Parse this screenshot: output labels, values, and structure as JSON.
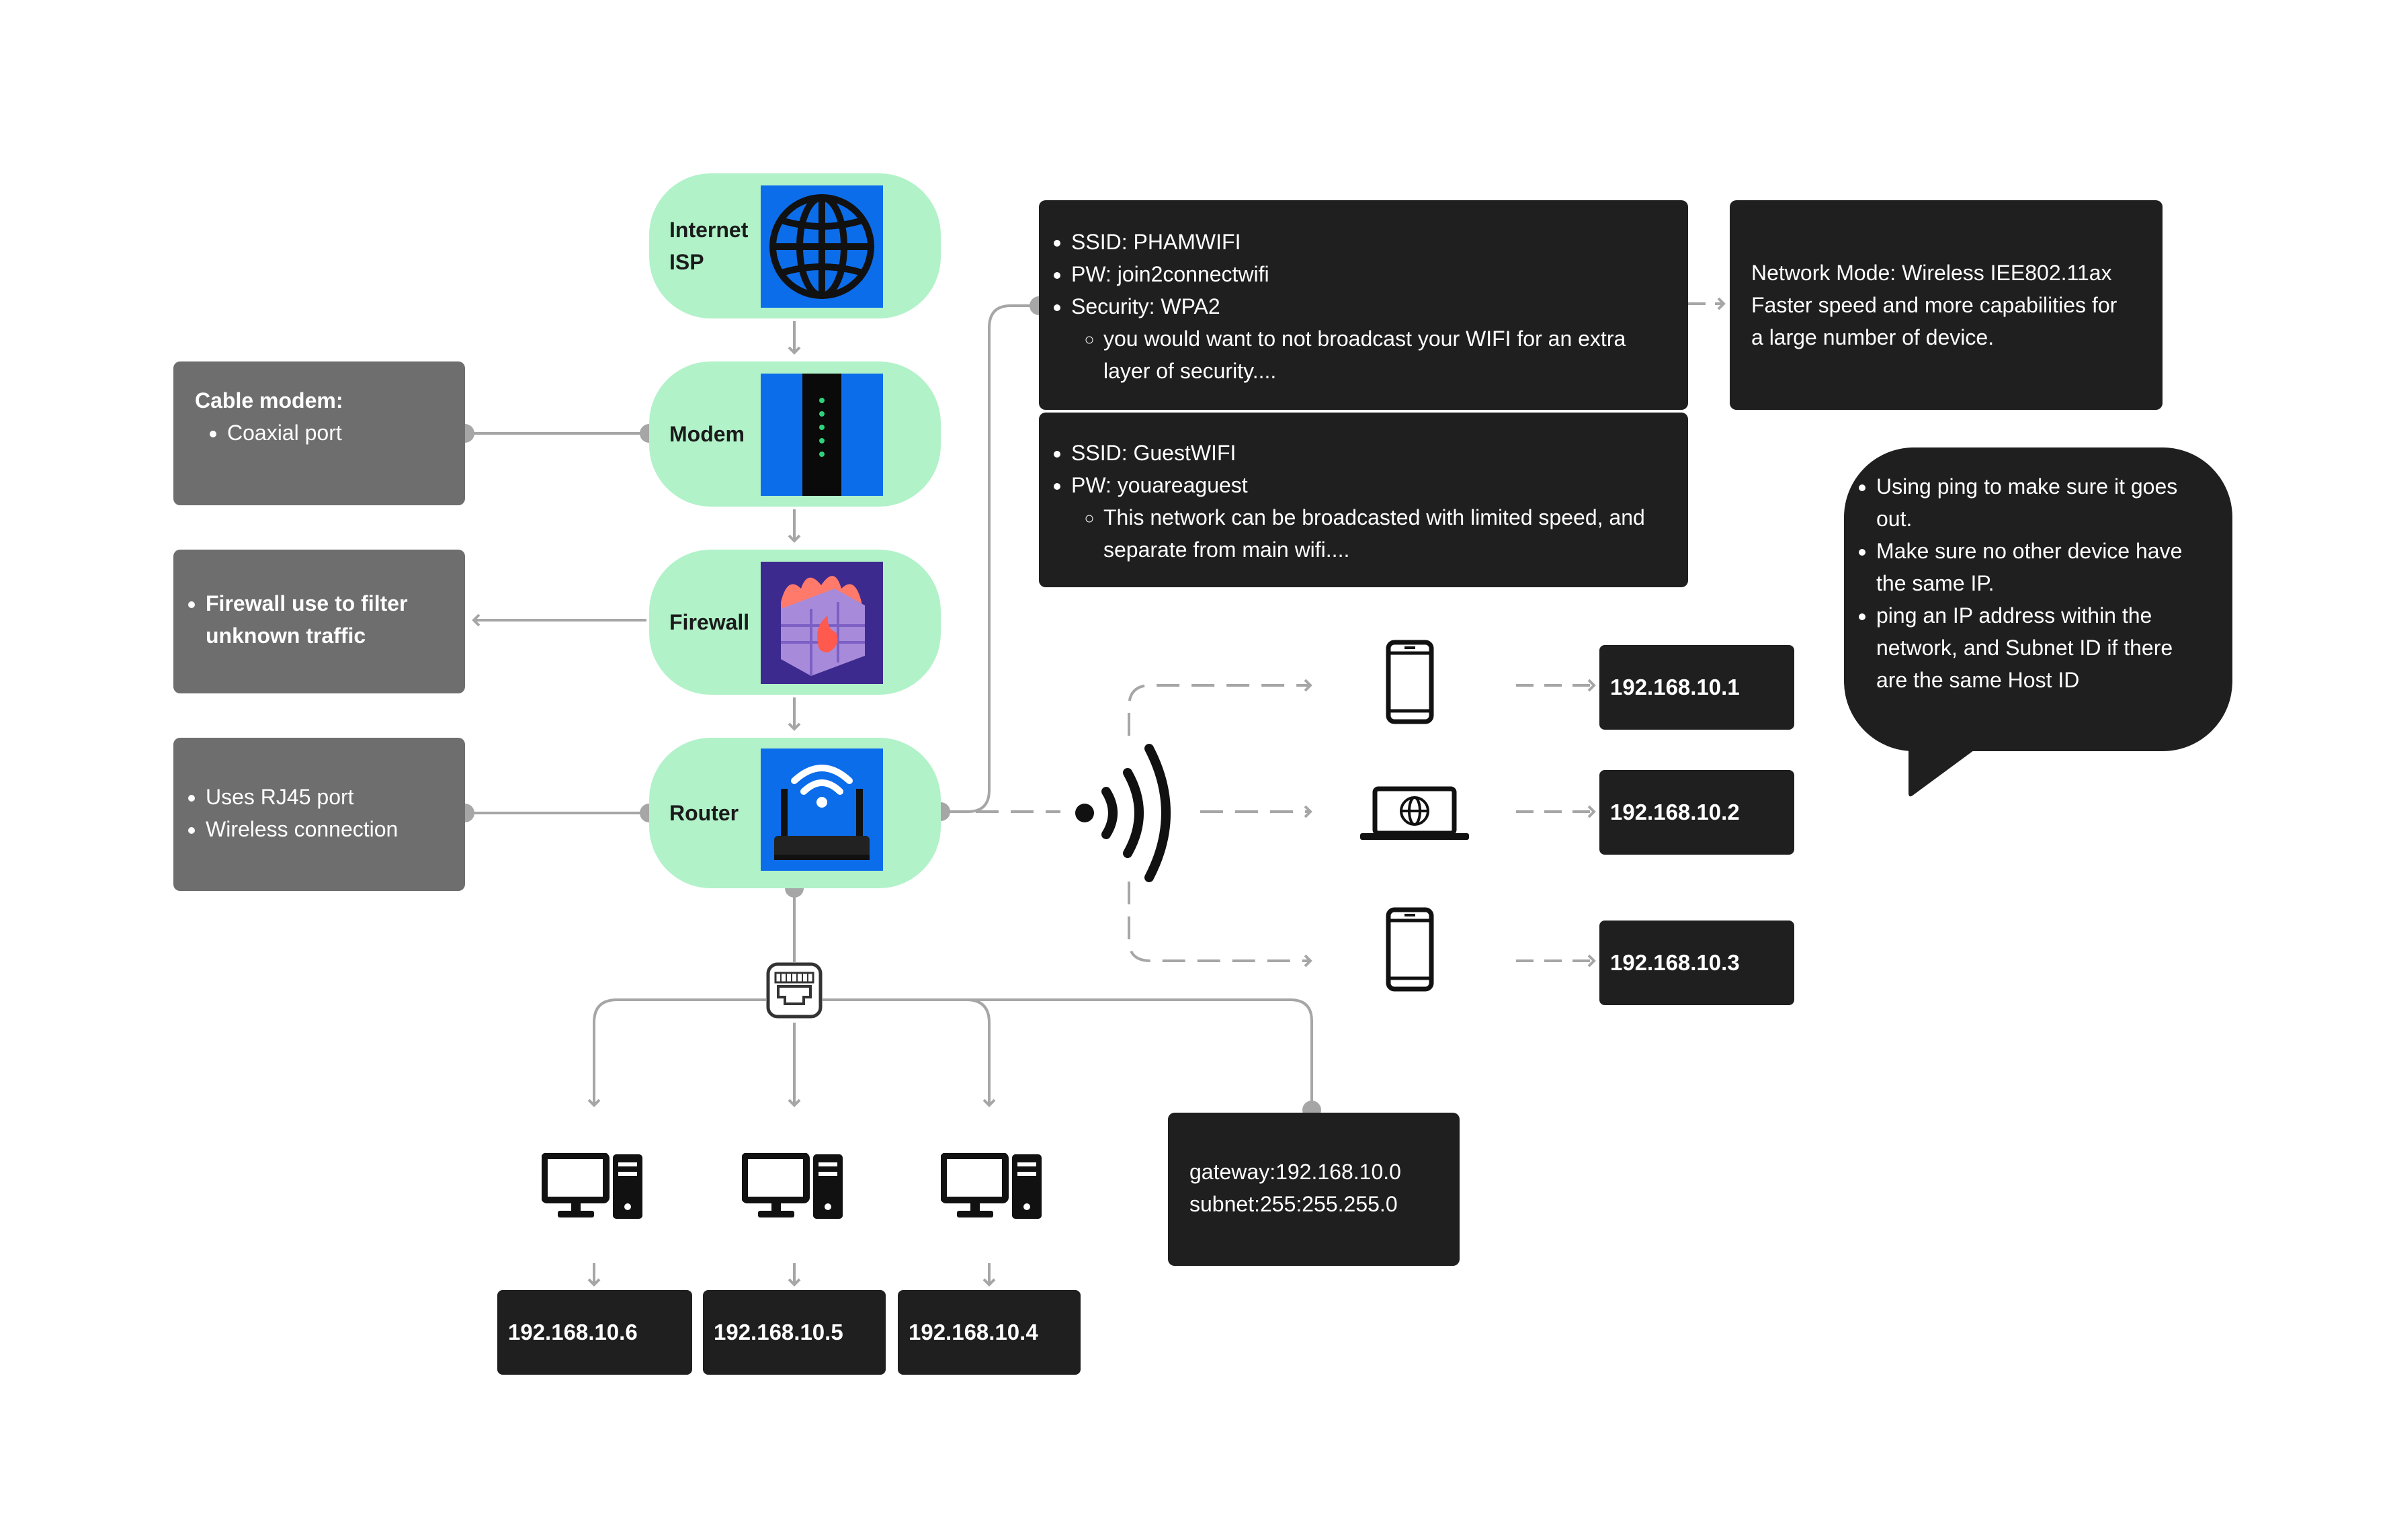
{
  "nodes": {
    "internet": {
      "label_line1": "Internet",
      "label_line2": "ISP",
      "icon": "globe-icon"
    },
    "modem": {
      "label": "Modem",
      "icon": "modem-icon"
    },
    "firewall": {
      "label": "Firewall",
      "icon": "firewall-icon"
    },
    "router": {
      "label": "Router",
      "icon": "router-icon"
    }
  },
  "side_notes": {
    "cable_modem": {
      "title": "Cable modem:",
      "items": [
        "Coaxial port"
      ]
    },
    "firewall": {
      "items": [
        "Firewall use to filter unknown traffic"
      ]
    },
    "router": {
      "items": [
        "Uses RJ45 port",
        "Wireless connection"
      ]
    }
  },
  "wifi_main": {
    "items": [
      "SSID: PHAMWIFI",
      "PW: join2connectwifi",
      "Security: WPA2"
    ],
    "sub_items": [
      "you would want to not broadcast your WIFI for an extra layer of security...."
    ]
  },
  "wifi_guest": {
    "items": [
      "SSID: GuestWIFI",
      "PW: youareaguest"
    ],
    "sub_items": [
      "This network can be broadcasted with limited speed, and separate from main wifi...."
    ]
  },
  "network_mode": {
    "line1": "Network Mode: Wireless IEE802.11ax",
    "line2": "Faster speed and more capabilities for",
    "line3": "a large number of device."
  },
  "ping_note": {
    "items": [
      "Using ping to make sure it goes out.",
      "Make sure no other device have the same IP.",
      "ping an IP address within the network, and Subnet ID if there are the same Host ID"
    ]
  },
  "wireless_devices": [
    {
      "icon": "smartphone-icon",
      "ip": "192.168.10.1"
    },
    {
      "icon": "laptop-icon",
      "ip": "192.168.10.2"
    },
    {
      "icon": "smartphone-icon",
      "ip": "192.168.10.3"
    }
  ],
  "wired_devices": [
    {
      "icon": "desktop-computer-icon",
      "ip": "192.168.10.6"
    },
    {
      "icon": "desktop-computer-icon",
      "ip": "192.168.10.5"
    },
    {
      "icon": "desktop-computer-icon",
      "ip": "192.168.10.4"
    }
  ],
  "gateway_box": {
    "gateway": "gateway:192.168.10.0",
    "subnet": "subnet:255:255.255.0"
  },
  "colors": {
    "node_fill": "#b1f2c9",
    "dark_box": "#1f1f1f",
    "gray_box": "#6e6e6e",
    "connector": "#a6a6a6",
    "icon_blue": "#0c6dea"
  }
}
